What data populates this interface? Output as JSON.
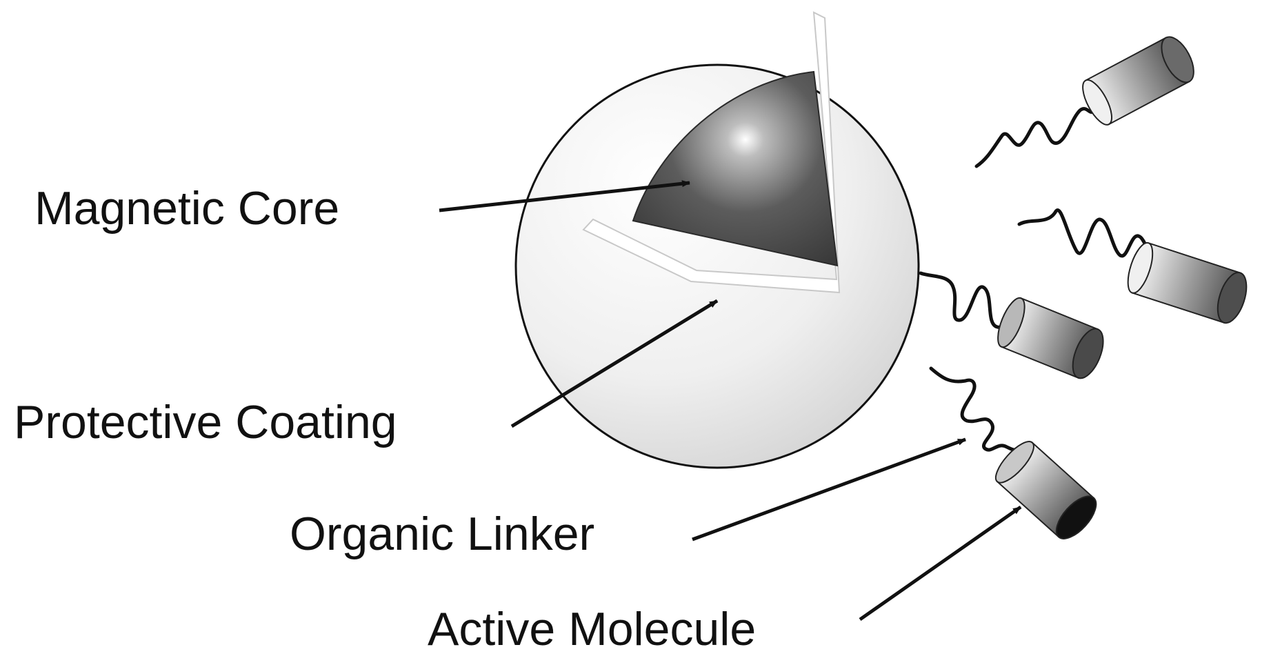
{
  "labels": {
    "magnetic_core": "Magnetic Core",
    "protective_coating": "Protective Coating",
    "organic_linker": "Organic Linker",
    "active_molecule": "Active Molecule"
  },
  "colors": {
    "background": "#ffffff",
    "ink": "#111111",
    "coating": "#e6e6e6",
    "core": "#4a4a4a",
    "molecule": "#6e6e6e"
  }
}
